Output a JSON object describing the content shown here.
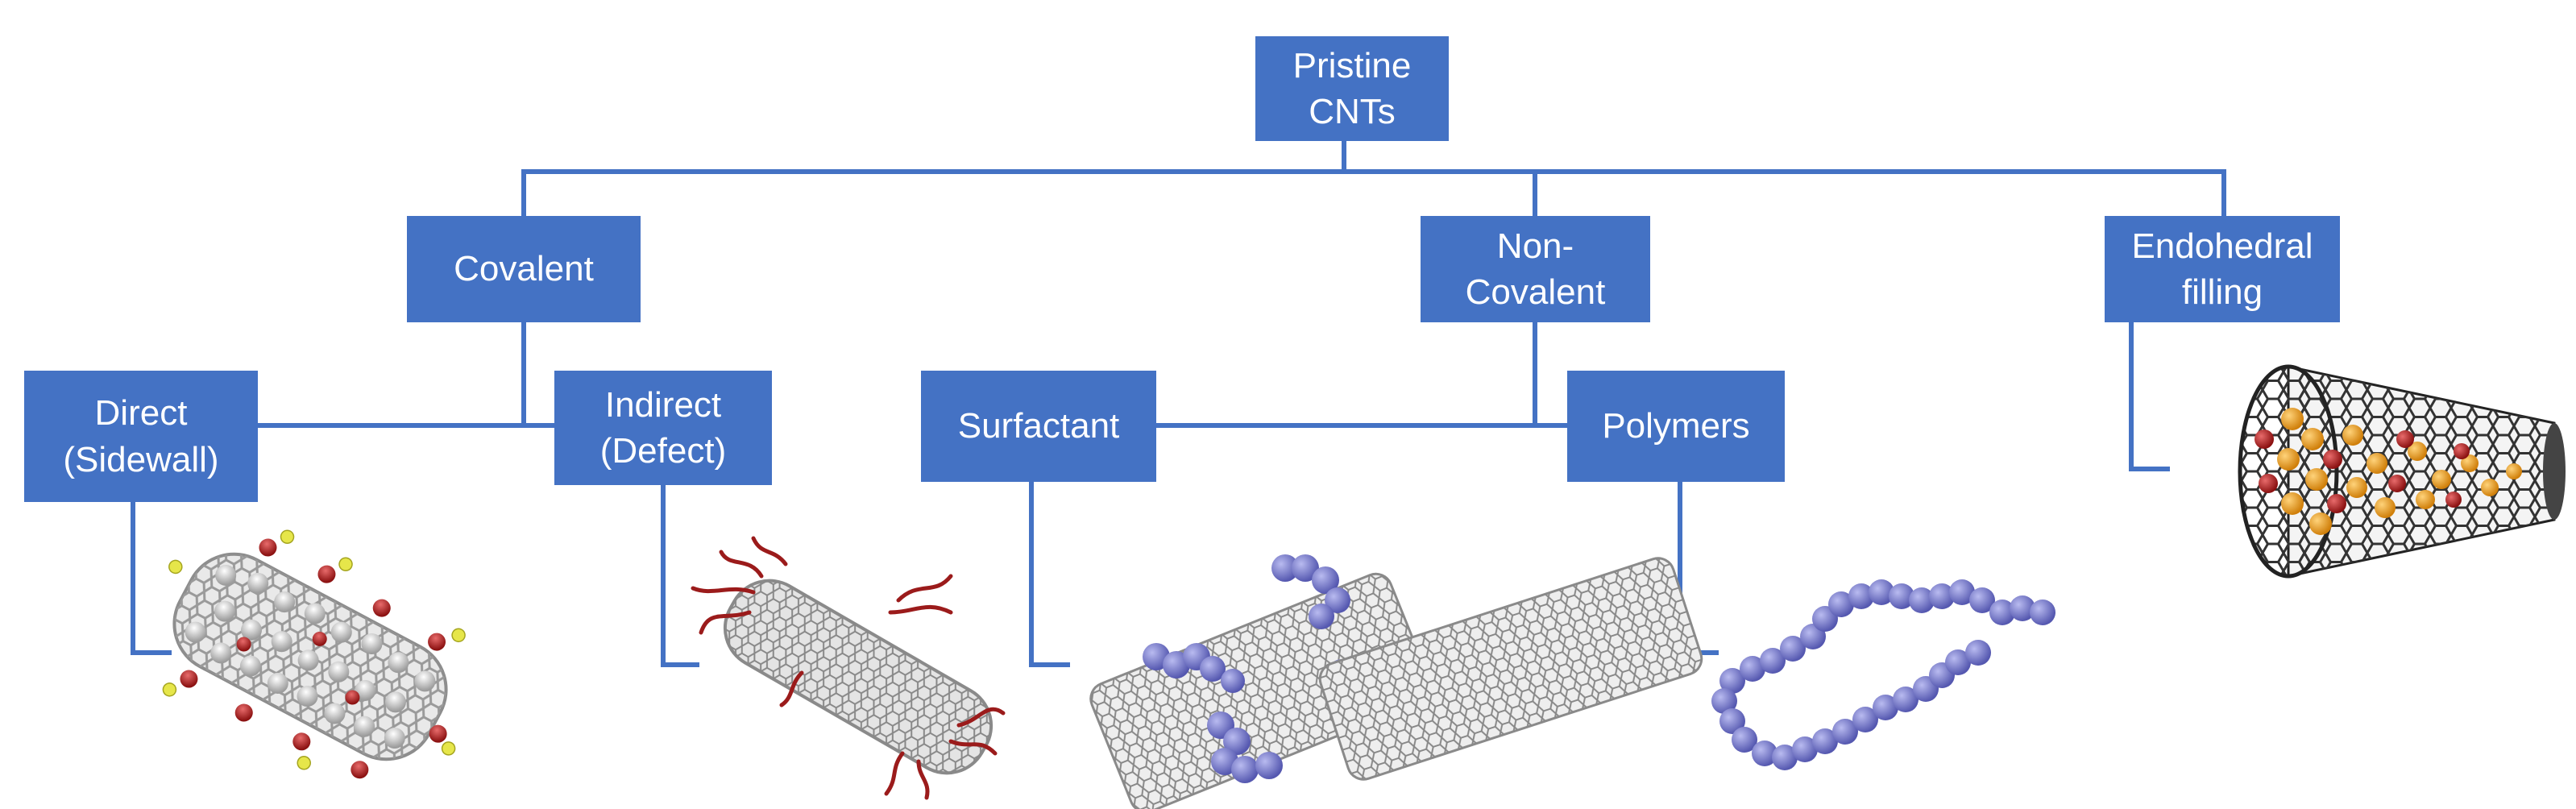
{
  "colors": {
    "box": "#4472C4",
    "line": "#4472C4",
    "box_text": "#FFFFFF",
    "atom_carbon": "#C8C8C8",
    "functional_red": "#B22222",
    "functional_yellow": "#E8E84A",
    "surfactant_blue": "#6F72C4",
    "endohedral_orange": "#F5A623"
  },
  "nodes": {
    "root": {
      "line1": "Pristine",
      "line2": "CNTs"
    },
    "covalent": {
      "line1": "Covalent"
    },
    "non_covalent": {
      "line1": "Non-",
      "line2": "Covalent"
    },
    "endohedral": {
      "line1": "Endohedral",
      "line2": "filling"
    },
    "direct": {
      "line1": "Direct",
      "line2": "(Sidewall)"
    },
    "indirect": {
      "line1": "Indirect",
      "line2": "(Defect)"
    },
    "surfactant": {
      "line1": "Surfactant"
    },
    "polymers": {
      "line1": "Polymers"
    }
  },
  "illustrations": [
    "direct-sidewall-cnt-icon",
    "indirect-defect-cnt-icon",
    "surfactant-cnt-icon",
    "polymer-wrapped-cnt-icon",
    "endohedral-filled-cnt-icon"
  ]
}
